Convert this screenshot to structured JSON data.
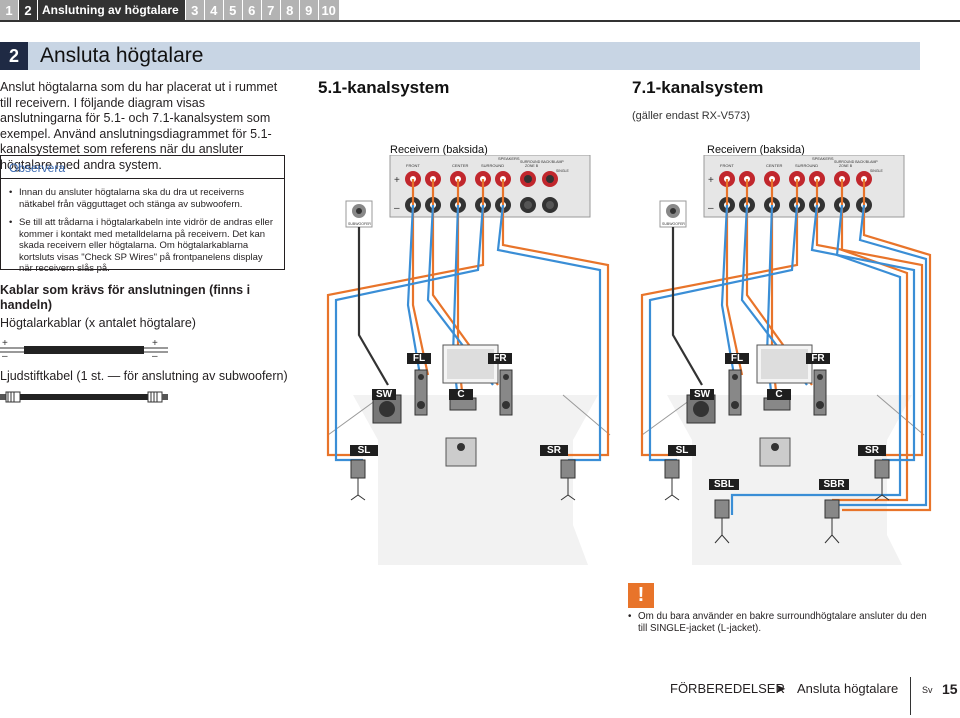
{
  "tabs": {
    "items": [
      "1",
      "2",
      "3",
      "4",
      "5",
      "6",
      "7",
      "8",
      "9",
      "10"
    ],
    "active_title": "Anslutning av högtalare"
  },
  "section": {
    "number": "2",
    "title": "Ansluta högtalare"
  },
  "intro": "Anslut högtalarna som du har placerat ut i rummet till receivern. I följande diagram visas anslutningarna för 5.1- och 7.1-kanalsystem som exempel. Använd anslutningsdiagrammet för 5.1-kanalsystemet som referens när du ansluter högtalare med andra system.",
  "observera": {
    "heading": "Observera",
    "items": [
      "Innan du ansluter högtalarna ska du dra ut receiverns nätkabel från vägguttaget och stänga av subwoofern.",
      "Se till att trådarna i högtalarkabeln inte vidrör de andras eller kommer i kontakt med metalldelarna på receivern. Det kan skada receivern eller högtalarna. Om högtalarkablarna kortsluts visas \"Check SP Wires\" på frontpanelens display när receivern slås på."
    ]
  },
  "cables": {
    "heading": "Kablar som krävs för anslutningen (finns i handeln)",
    "speaker_cable": "Högtalarkablar (x antalet högtalare)",
    "sub_cable": "Ljudstiftkabel (1 st. — för anslutning av subwoofern)"
  },
  "diagram51": {
    "title": "5.1-kanalsystem",
    "receiver": "Receivern (baksida)"
  },
  "diagram71": {
    "title": "7.1-kanalsystem",
    "note": "(gäller endast RX-V573)",
    "receiver": "Receivern (baksida)"
  },
  "speakers51": [
    "FL",
    "FR",
    "SW",
    "C",
    "SL",
    "SR"
  ],
  "speakers71": [
    "FL",
    "FR",
    "SW",
    "C",
    "SL",
    "SR",
    "SBL",
    "SBR"
  ],
  "panel_labels": {
    "front": "FRONT",
    "center": "CENTER",
    "surround": "SURROUND",
    "speakers": "SPEAKERS",
    "surround_back": "SURROUND BACK/BI-AMP",
    "zone_b": "ZONE B",
    "single": "SINGLE",
    "subwoofer": "SUBWOOFER"
  },
  "warning": {
    "icon": "!",
    "text": "Om du bara använder en bakre surroundhögtalare ansluter du den till SINGLE-jacket (L-jacket)."
  },
  "footer": {
    "chapter": "FÖRBEREDELSER",
    "arrow": "➤",
    "page_title": "Ansluta högtalare",
    "lang": "Sv",
    "page": "15"
  },
  "colors": {
    "accent": "#3a6ab3",
    "header_bg": "#c8d5e4",
    "wire_red": "#e8742a",
    "wire_blue": "#3a8ed6",
    "warning": "#e8742a"
  }
}
